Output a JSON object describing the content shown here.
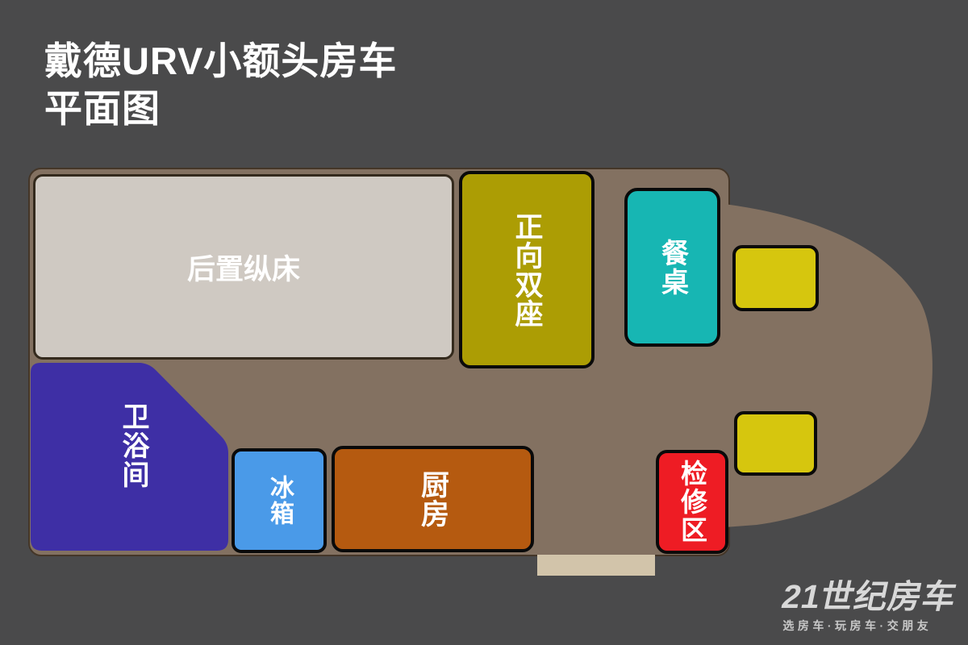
{
  "title": {
    "line1": "戴德URV小额头房车",
    "line2": "平面图"
  },
  "vehicle": {
    "background_color": "#4a4a4b",
    "body_color": "#837161",
    "body_outline_color": "#443628",
    "entry_step_color": "#d2c4aa"
  },
  "rooms": {
    "bed": {
      "label": "后置纵床",
      "color": "#cfc9c2",
      "text_color": "#ffffff"
    },
    "forward_seats": {
      "label": "正向双座",
      "color": "#ac9d04",
      "text_color": "#ffffff"
    },
    "dining_table": {
      "label": "餐桌",
      "color": "#17b6b3",
      "text_color": "#ffffff"
    },
    "bathroom": {
      "label": "卫浴间",
      "color": "#3e2fa5",
      "text_color": "#ffffff"
    },
    "fridge": {
      "label": "冰箱",
      "color": "#4a9ae8",
      "text_color": "#ffffff"
    },
    "kitchen": {
      "label": "厨房",
      "color": "#b55a10",
      "text_color": "#ffffff"
    },
    "service_area": {
      "label": "检修区",
      "color": "#ee1c24",
      "text_color": "#ffffff"
    },
    "cab_seats": {
      "count": 2,
      "color": "#d6c60e"
    }
  },
  "footer": {
    "brand": "21世纪房车",
    "tagline": "选房车·玩房车·交朋友"
  }
}
